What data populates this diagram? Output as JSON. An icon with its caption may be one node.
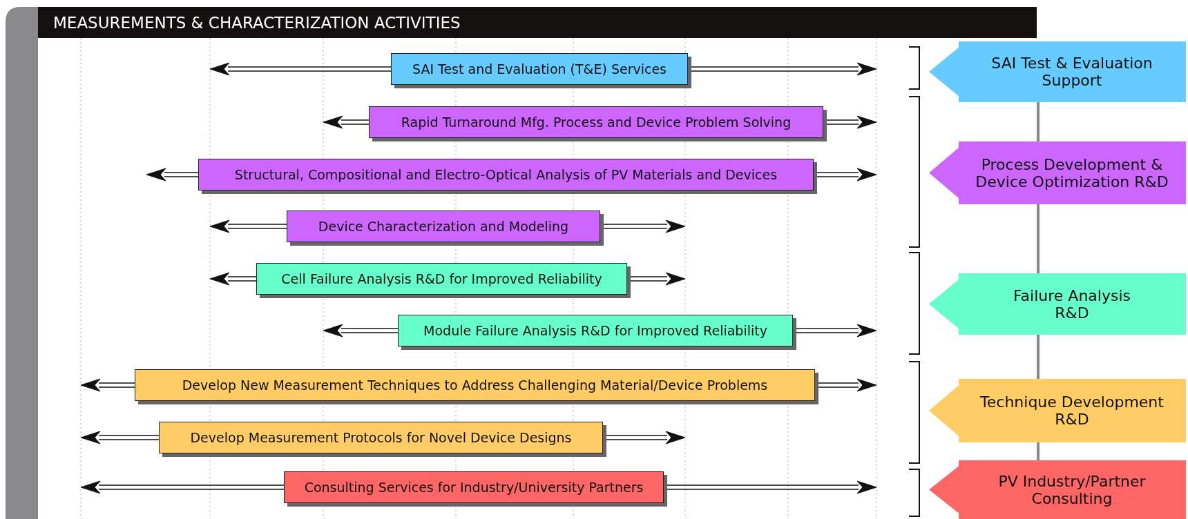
{
  "diagram": {
    "title": "MEASUREMENTS & CHARACTERIZATION ACTIVITIES",
    "nodes": [
      {
        "text": [
          "SAI Test and Evaluation (T&E) Services"
        ]
      },
      {
        "text": [
          "Rapid Turnaround Mfg. Process and Device Problem Solving"
        ]
      },
      {
        "text": [
          "Structural, Compositional and Electro-Optical Analysis of PV Materials and Devices"
        ]
      },
      {
        "text": [
          "Device Characterization and Modeling"
        ]
      },
      {
        "text": [
          "Cell Failure Analysis R&D for Improved Reliability"
        ]
      },
      {
        "text": [
          "Module Failure Analysis R&D for Improved Reliability"
        ]
      },
      {
        "text": [
          "Develop New Measurement Techniques to Address Challenging Material/Device Problems"
        ]
      },
      {
        "text": [
          "Develop Measurement Protocols for Novel Device Designs"
        ]
      },
      {
        "text": [
          "Consulting Services for Industry/University Partners"
        ]
      },
      {
        "text": [
          "SAI Test & Evaluation Support"
        ]
      },
      {
        "text": [
          "Process Development & Device Optimization R&D"
        ]
      },
      {
        "text": [
          "Failure Analysis R&D"
        ]
      },
      {
        "text": [
          "Technique Development R&D"
        ]
      },
      {
        "text": [
          "PV Industry/Partner Consulting"
        ]
      }
    ],
    "edges": [
      {
        "from": 0,
        "to": null,
        "arrow": "to"
      },
      {
        "from": 0,
        "to": null,
        "arrow": "to"
      },
      {
        "from": 1,
        "to": null,
        "arrow": "to"
      },
      {
        "from": 1,
        "to": null,
        "arrow": "to"
      },
      {
        "from": 2,
        "to": null,
        "arrow": "to"
      },
      {
        "from": 2,
        "to": null,
        "arrow": "to"
      },
      {
        "from": 3,
        "to": null,
        "arrow": "to"
      },
      {
        "from": 3,
        "to": null,
        "arrow": "to"
      },
      {
        "from": 4,
        "to": null,
        "arrow": "to"
      },
      {
        "from": 4,
        "to": null,
        "arrow": "to"
      },
      {
        "from": 5,
        "to": null,
        "arrow": "to"
      },
      {
        "from": 5,
        "to": null,
        "arrow": "to"
      },
      {
        "from": 6,
        "to": null,
        "arrow": "to"
      },
      {
        "from": 6,
        "to": null,
        "arrow": "to"
      },
      {
        "from": 7,
        "to": null,
        "arrow": "to"
      },
      {
        "from": 7,
        "to": null,
        "arrow": "to"
      },
      {
        "from": 8,
        "to": null,
        "arrow": "to"
      },
      {
        "from": 8,
        "to": null,
        "arrow": "to"
      },
      {
        "from": 9,
        "to": 10,
        "arrow": "none",
        "color": "#888888"
      },
      {
        "from": 10,
        "to": 11,
        "arrow": "none",
        "color": "#888888"
      },
      {
        "from": 11,
        "to": 12,
        "arrow": "none",
        "color": "#888888"
      },
      {
        "from": 12,
        "to": 13,
        "arrow": "none",
        "color": "#888888"
      }
    ]
  }
}
